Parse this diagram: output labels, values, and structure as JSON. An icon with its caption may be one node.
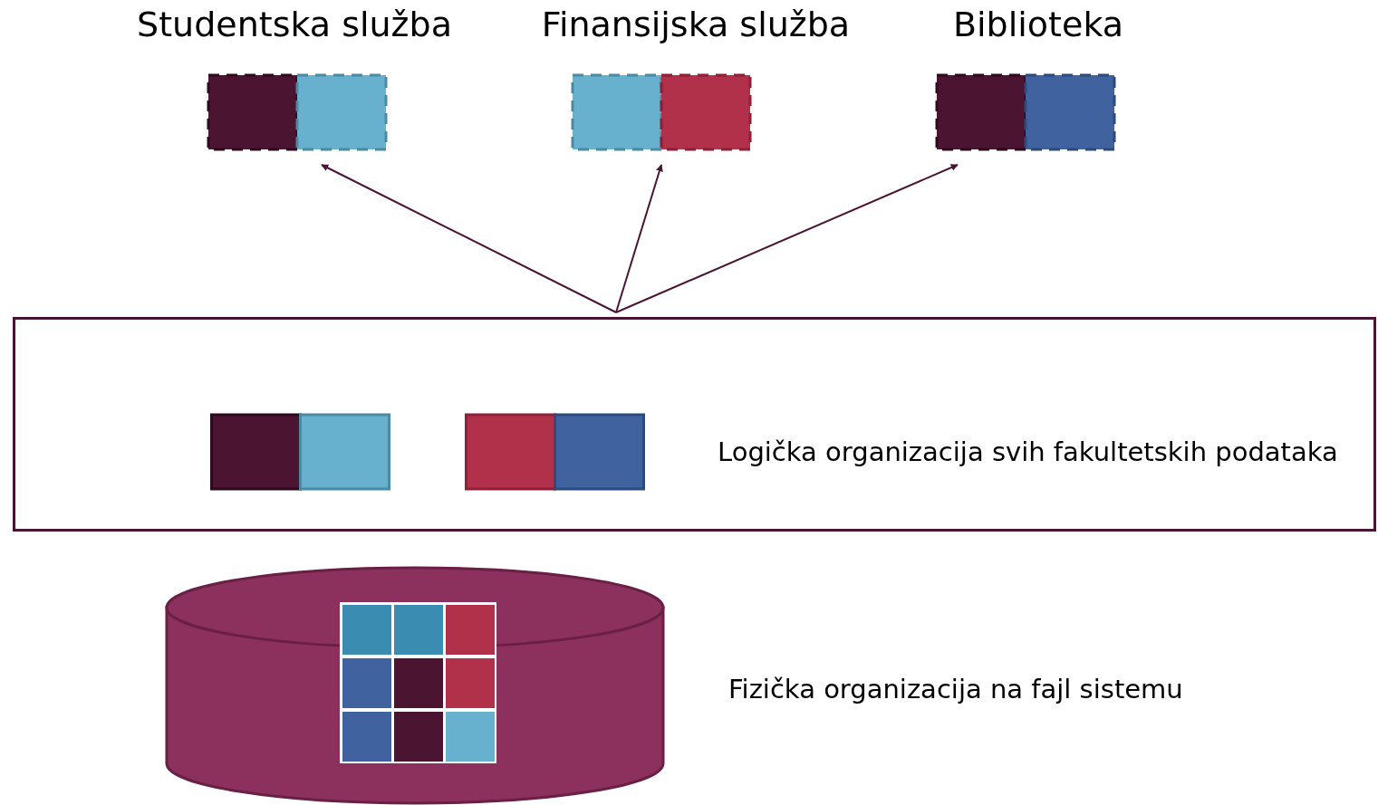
{
  "diagram": {
    "nodes": [
      {
        "text": [
          "Studentska služba"
        ]
      },
      {
        "text": [
          "Finansijska služba"
        ]
      },
      {
        "text": [
          "Biblioteka"
        ]
      },
      {
        "text": [
          "Logička organizacija svih fakultetskih podataka"
        ]
      },
      {
        "text": [],
        "shape": "cylinder",
        "beside": [
          "Fizička organizacija na fajl sistemu"
        ]
      }
    ],
    "edges": [
      {
        "from": 3,
        "to": 0,
        "arrow": "to"
      },
      {
        "from": 3,
        "to": 1,
        "arrow": "to"
      },
      {
        "from": 3,
        "to": 2,
        "arrow": "to"
      }
    ]
  }
}
